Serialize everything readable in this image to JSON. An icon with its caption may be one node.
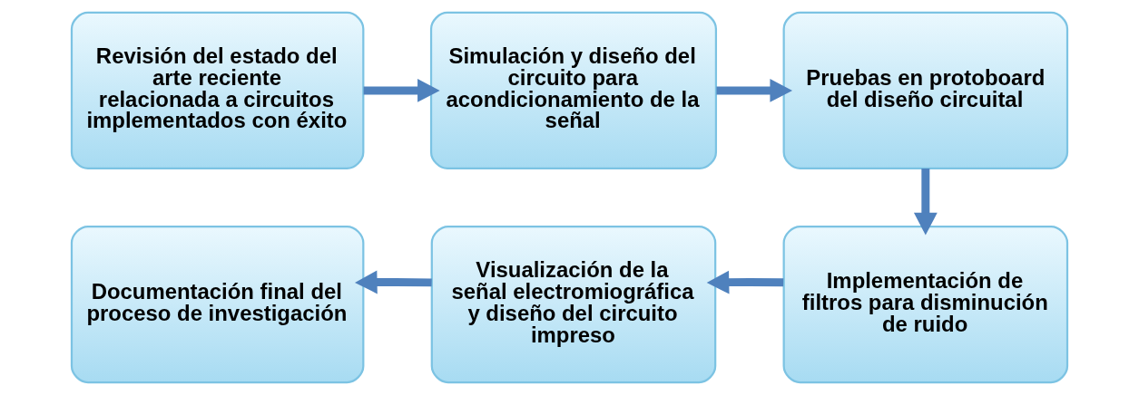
{
  "diagram": {
    "nodes": [
      {
        "text": [
          "Revisión del estado del arte reciente relacionada a circuitos implementados con éxito"
        ]
      },
      {
        "text": [
          "Simulación y diseño del circuito para acondicionamiento de la señal"
        ]
      },
      {
        "text": [
          "Pruebas en protoboard del diseño circuital"
        ]
      },
      {
        "text": [
          "Implementación de filtros para disminución de ruido"
        ]
      },
      {
        "text": [
          "Visualización de la señal electromiográfica y diseño del circuito impreso"
        ]
      },
      {
        "text": [
          "Documentación final del proceso de investigación"
        ]
      }
    ],
    "edges": [
      {
        "from": 0,
        "to": 1,
        "arrow": "to"
      },
      {
        "from": 1,
        "to": 2,
        "arrow": "to"
      },
      {
        "from": 2,
        "to": 3,
        "arrow": "to"
      },
      {
        "from": 3,
        "to": 4,
        "arrow": "to"
      },
      {
        "from": 4,
        "to": 5,
        "arrow": "to"
      }
    ]
  }
}
